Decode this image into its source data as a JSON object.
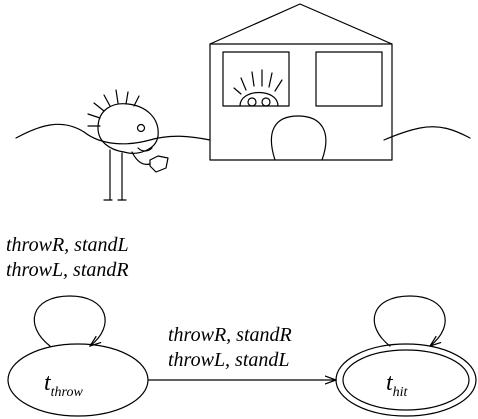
{
  "loop_label": {
    "line1": "throwR, standL",
    "line2": "throwL, standR"
  },
  "transition_label": {
    "line1": "throwR, standR",
    "line2": "throwL, standL"
  },
  "states": {
    "throw": {
      "main": "t",
      "sub": "throw"
    },
    "hit": {
      "main": "t",
      "sub": "hit"
    }
  },
  "illustration": {
    "house": "house-drawing",
    "figure": "stick-figure"
  }
}
